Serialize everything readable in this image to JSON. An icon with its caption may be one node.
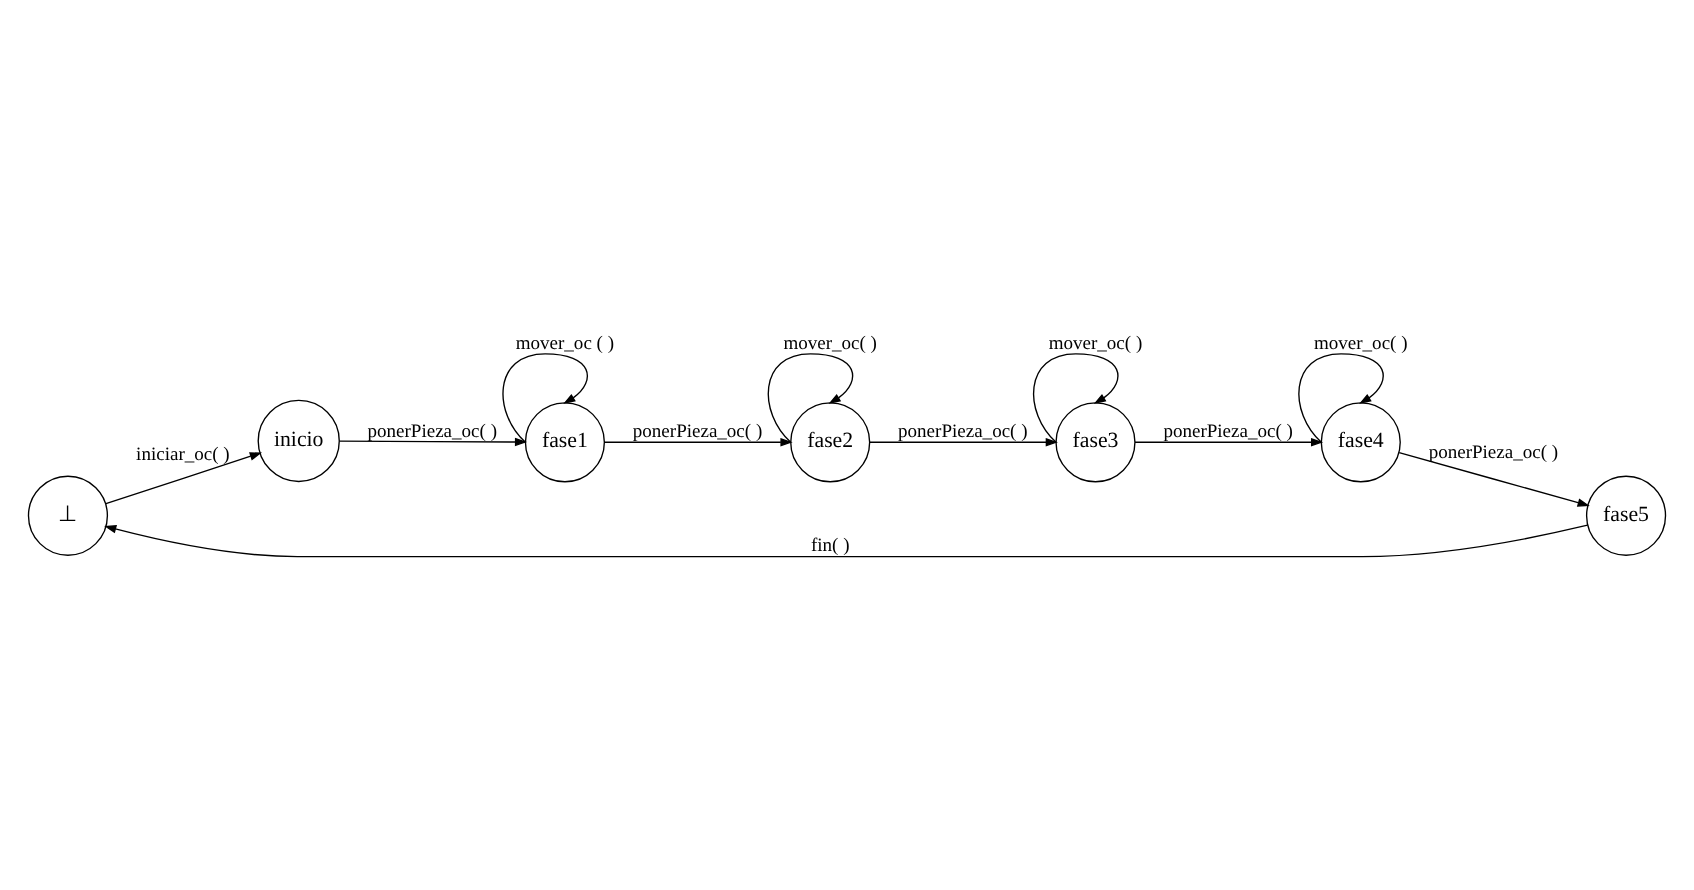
{
  "diagram": {
    "nodes": [
      {
        "text": [
          "⊥"
        ]
      },
      {
        "text": [
          "inicio"
        ]
      },
      {
        "text": [
          "fase1"
        ]
      },
      {
        "text": [
          "fase2"
        ]
      },
      {
        "text": [
          "fase3"
        ]
      },
      {
        "text": [
          "fase4"
        ]
      },
      {
        "text": [
          "fase5"
        ]
      }
    ],
    "edges": [
      {
        "from": 0,
        "to": 1,
        "arrow": "to",
        "label": "iniciar_oc( )"
      },
      {
        "from": 1,
        "to": 2,
        "arrow": "to",
        "label": "ponerPieza_oc( )"
      },
      {
        "from": 2,
        "to": 2,
        "arrow": "to",
        "label": "mover_oc ( )"
      },
      {
        "from": 2,
        "to": 3,
        "arrow": "to",
        "label": "ponerPieza_oc( )"
      },
      {
        "from": 3,
        "to": 3,
        "arrow": "to",
        "label": "mover_oc( )"
      },
      {
        "from": 3,
        "to": 4,
        "arrow": "to",
        "label": "ponerPieza_oc( )"
      },
      {
        "from": 4,
        "to": 4,
        "arrow": "to",
        "label": "mover_oc( )"
      },
      {
        "from": 4,
        "to": 5,
        "arrow": "to",
        "label": "ponerPieza_oc( )"
      },
      {
        "from": 5,
        "to": 5,
        "arrow": "to",
        "label": "mover_oc( )"
      },
      {
        "from": 5,
        "to": 6,
        "arrow": "to",
        "label": "ponerPieza_oc( )"
      },
      {
        "from": 6,
        "to": 0,
        "arrow": "to",
        "label": "fin( )"
      }
    ]
  }
}
